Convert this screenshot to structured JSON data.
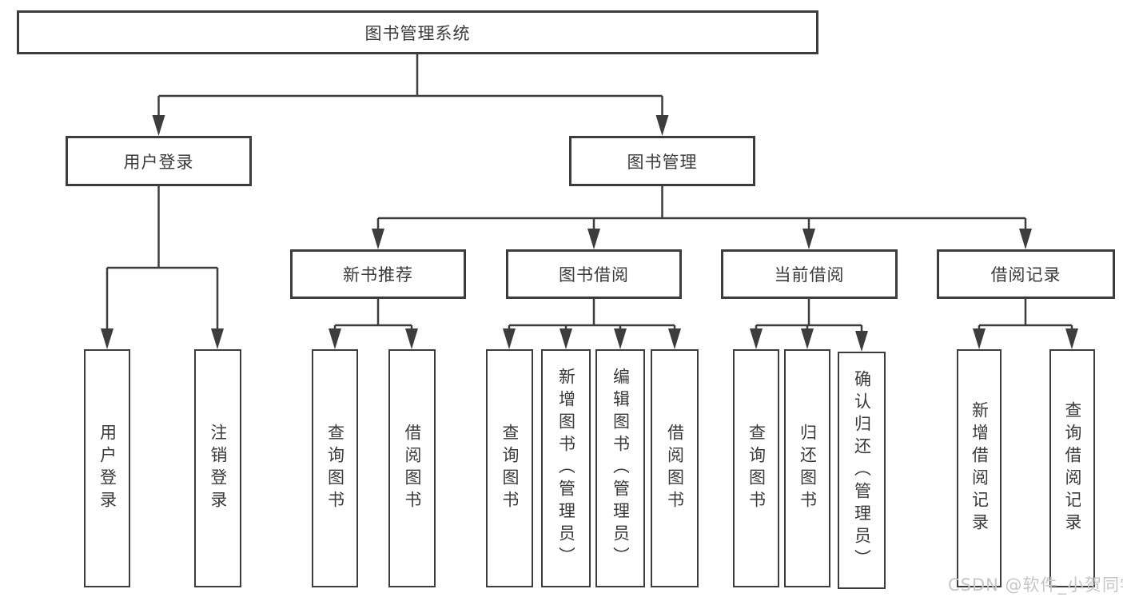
{
  "colors": {
    "line": "#3d3d3d",
    "box_border": "#3d3d3d",
    "text": "#3a3a3a",
    "background": "#ffffff",
    "watermark": "#c6c6c6"
  },
  "diagram": {
    "root": {
      "label": "图书管理系统"
    },
    "level2": [
      {
        "label": "用户登录"
      },
      {
        "label": "图书管理"
      }
    ],
    "level3": [
      {
        "label": "新书推荐"
      },
      {
        "label": "图书借阅"
      },
      {
        "label": "当前借阅"
      },
      {
        "label": "借阅记录"
      }
    ],
    "leaves": {
      "user_login": [
        {
          "label": "用户登录"
        },
        {
          "label": "注销登录"
        }
      ],
      "new_book_recommend": [
        {
          "label": "查询图书"
        },
        {
          "label": "借阅图书"
        }
      ],
      "book_borrowing": [
        {
          "label": "查询图书"
        },
        {
          "label": "新增图书（管理员）"
        },
        {
          "label": "编辑图书（管理员）"
        },
        {
          "label": "借阅图书"
        }
      ],
      "current_borrowing": [
        {
          "label": "查询图书"
        },
        {
          "label": "归还图书"
        },
        {
          "label": "确认归还（管理员）"
        }
      ],
      "borrowing_records": [
        {
          "label": "新增借阅记录"
        },
        {
          "label": "查询借阅记录"
        }
      ]
    }
  },
  "watermark": {
    "text": "CSDN @软件_小贺同学"
  }
}
